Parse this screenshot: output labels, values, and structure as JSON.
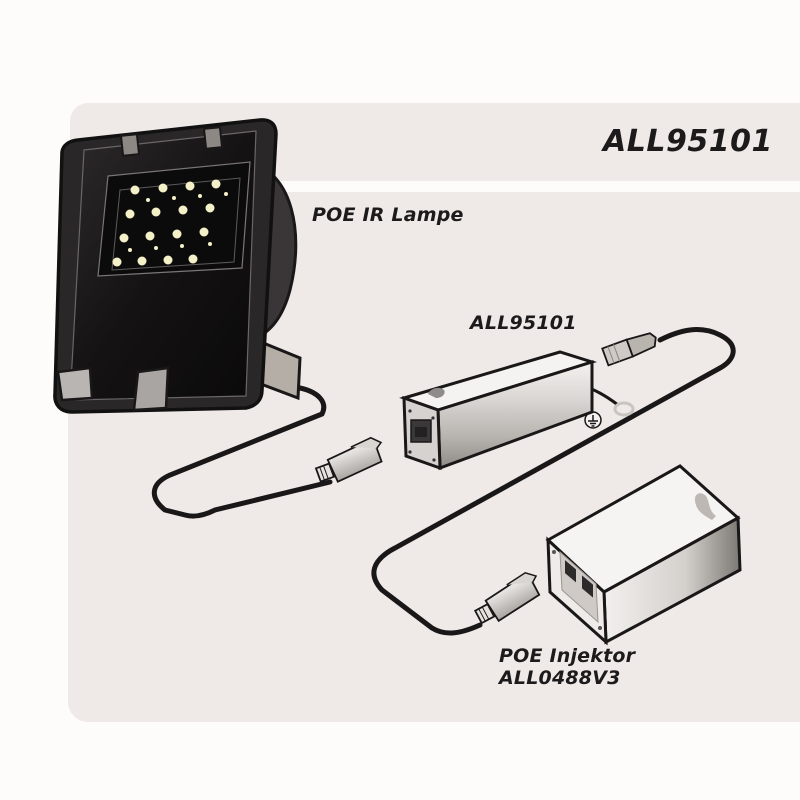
{
  "header": {
    "title": "ALL95101"
  },
  "devices": {
    "lamp": {
      "label": "POE IR Lampe",
      "led_count": 16
    },
    "adapter": {
      "label": "ALL95101",
      "ground_symbol": "ground-icon"
    },
    "injector": {
      "label_line1": "POE Injektor",
      "label_line2": "ALL0488V3",
      "port_count": 2
    }
  },
  "colors": {
    "page_background": "#fefcfa",
    "panel_background": "#efeae7",
    "text": "#1c1a1b",
    "cable": "#1a1718",
    "lamp_body": "#1b191a",
    "led": "#f4f0c8"
  }
}
